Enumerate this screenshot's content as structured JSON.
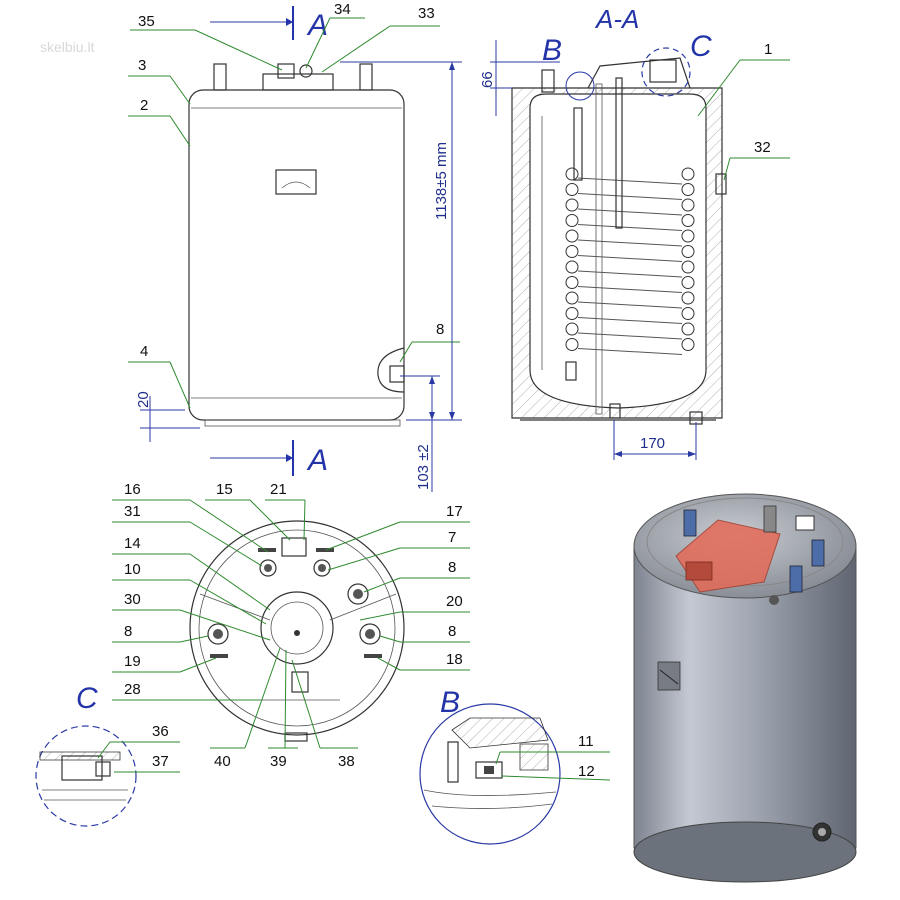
{
  "watermark": "skelbiu.lt",
  "section_labels": {
    "a_top": "A",
    "a_bottom": "A",
    "section_title": "A-A",
    "detail_b": "B",
    "detail_c": "C",
    "detail_b_view": "B",
    "detail_c_view": "C"
  },
  "dimensions": {
    "height": "1138±5 mm",
    "top": "66",
    "foot": "20",
    "bottom": "103 ±2",
    "offset": "170"
  },
  "callouts": {
    "front": [
      "35",
      "34",
      "33",
      "3",
      "2",
      "8",
      "4"
    ],
    "section": [
      "1",
      "32"
    ],
    "top_view": [
      "16",
      "15",
      "21",
      "17",
      "31",
      "14",
      "7",
      "10",
      "8",
      "30",
      "20",
      "8",
      "8",
      "19",
      "18",
      "28",
      "40",
      "39",
      "38"
    ],
    "detail_c": [
      "36",
      "37"
    ],
    "detail_b": [
      "11",
      "12"
    ]
  },
  "colors": {
    "callout_leader": "#2e8a2e",
    "dimension": "#2a3aa5",
    "tank_metal": "#9aa1ad",
    "insulation_hatch": "#b0b0b0",
    "thermostat_box": "#e06050"
  }
}
